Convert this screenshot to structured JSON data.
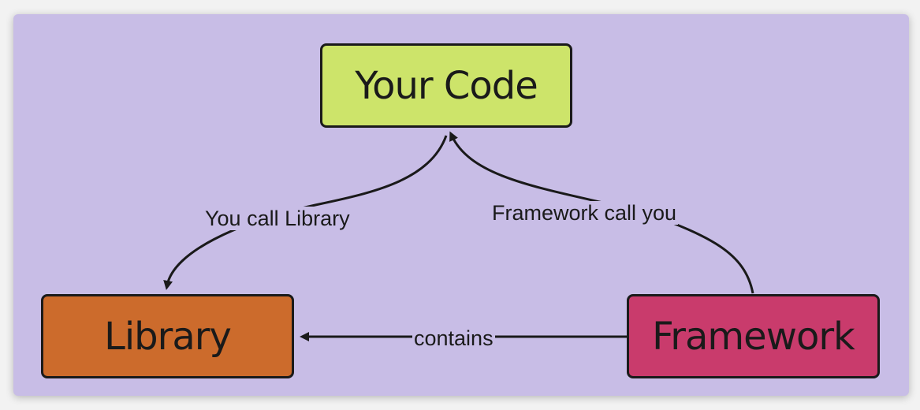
{
  "nodes": {
    "your_code": "Your Code",
    "library": "Library",
    "framework": "Framework"
  },
  "edges": {
    "you_call_library": "You call Library",
    "framework_call_you": "Framework call you",
    "contains": "contains"
  },
  "colors": {
    "background": "#c8bde6",
    "your_code": "#cde46a",
    "library": "#cc6b2c",
    "framework": "#c93b6c",
    "stroke": "#1a1a1a"
  }
}
